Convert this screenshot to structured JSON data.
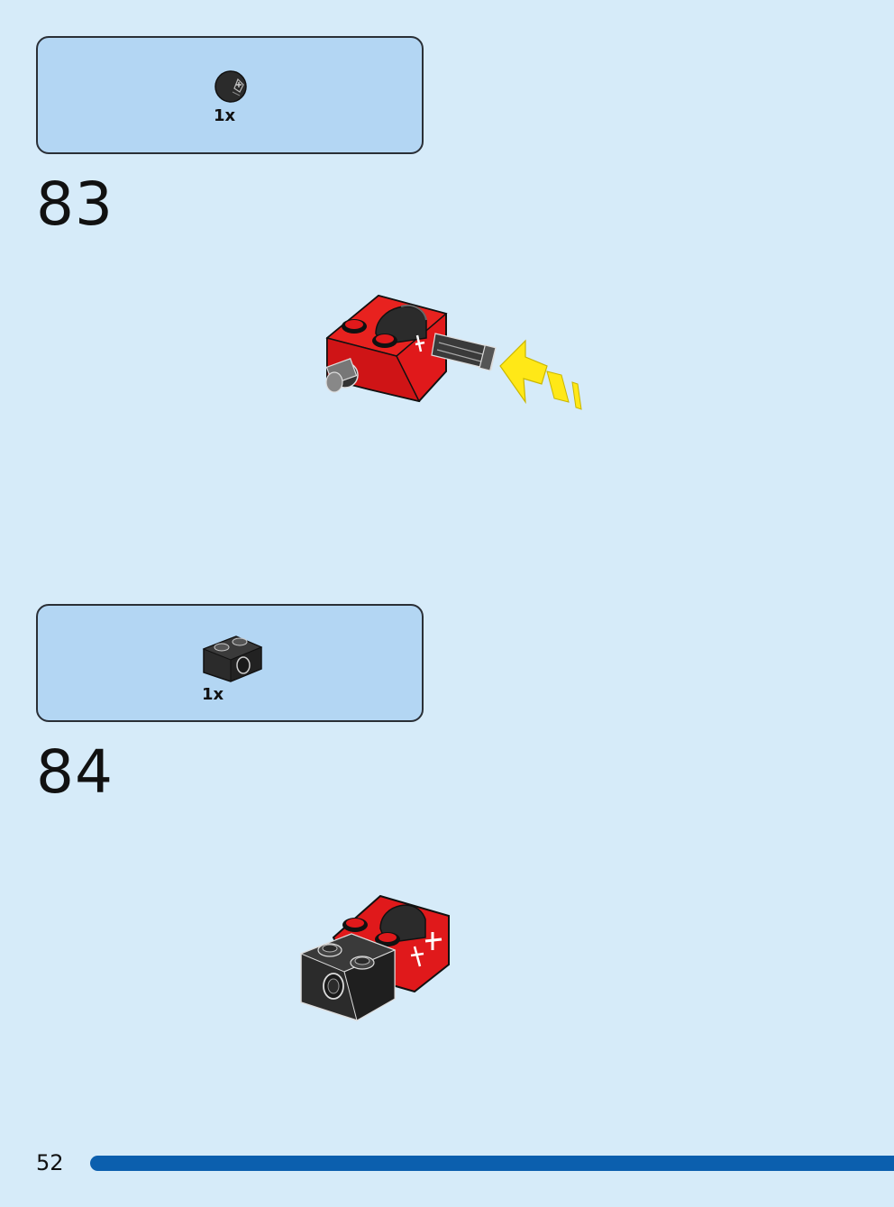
{
  "steps": [
    {
      "number": "83",
      "parts": [
        {
          "name": "technic-bush-round",
          "quantity": "1x",
          "color": "#2b2b2b"
        }
      ]
    },
    {
      "number": "84",
      "parts": [
        {
          "name": "technic-brick-1x2-with-hole",
          "quantity": "1x",
          "color": "#2b2b2b"
        }
      ]
    }
  ],
  "page": {
    "number": "52"
  },
  "colors": {
    "background": "#d6ebf9",
    "parts_box": "#b3d6f3",
    "brick_red": "#e0191b",
    "brick_black": "#2b2b2b",
    "arrow_yellow": "#ffe817",
    "progress_bar": "#0b5fae"
  }
}
